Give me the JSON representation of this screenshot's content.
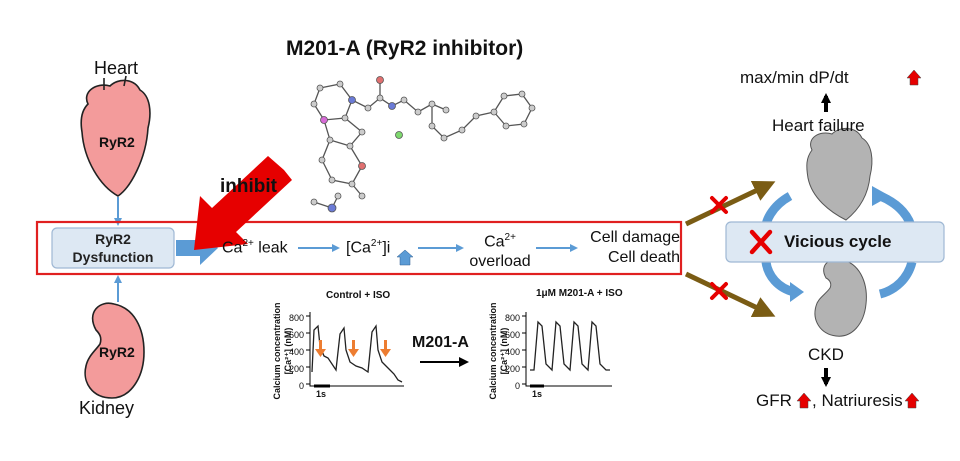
{
  "title": "M201-A (RyR2 inhibitor)",
  "left": {
    "heart_label": "Heart",
    "heart_ryr2": "RyR2",
    "kidney_label": "Kidney",
    "kidney_ryr2": "RyR2",
    "dysfunction_line1": "RyR2",
    "dysfunction_line2": "Dysfunction"
  },
  "inhibit_label": "inhibit",
  "pathway": {
    "ca_leak": "Ca",
    "ca_leak_sup": "2+",
    "ca_leak_tail": " leak",
    "cai_prefix": "[Ca",
    "cai_sup": "2+",
    "cai_tail": "]i",
    "overload_top": "Ca",
    "overload_sup": "2+",
    "overload_bottom": "overload",
    "damage": "Cell damage",
    "death": "Cell death"
  },
  "traces": {
    "control_title": "Control + ISO",
    "treated_title": "1μM M201-A + ISO",
    "ylabel_line1": "Calcium concentration",
    "ylabel_line2": "[Ca²⁺] (nM)",
    "yticks": [
      "800",
      "600",
      "400",
      "200",
      "0"
    ],
    "scalebar": "1s",
    "middle_label": "M201-A"
  },
  "right": {
    "dpdt": "max/min dP/dt",
    "heart_failure": "Heart failure",
    "vicious_cycle": "Vicious cycle",
    "ckd": "CKD",
    "gfr": "GFR",
    "natriuresis": ", Natriuresis"
  },
  "colors": {
    "organ_pink": "#f39b9b",
    "organ_grey": "#b3b3b3",
    "red_box": "#e02020",
    "blue_arrow": "#5b9bd5",
    "olive_arrow": "#7a5c14",
    "red_arrow": "#e60000",
    "box_fill": "#dde8f3"
  }
}
